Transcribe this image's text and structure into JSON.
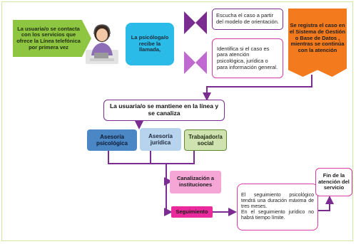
{
  "steps": {
    "first_contact": "La usuaria/o se contacta con los servicios que ofrece la Línea telefónica por primera vez",
    "psychologist": "La psicóloga/o recibe la llamada,",
    "listen": "Escucha el caso a partir del modelo de orientación.",
    "identify": "Identifica si el caso es para atención psicológica, jurídica o para información general.",
    "register": "Se registra el caso en el Sistema de Gestión o Base de Datos , mientras se continúa con la atención",
    "stays_on_line": "La usuaria/o se mantiene en la línea y se canaliza",
    "psych_counsel": "Asesoría psicológica",
    "legal_counsel": "Asesoría jurídica",
    "social_worker": "Trabajador/a social",
    "canalization": "Canalización a instituciones",
    "followup": "Seguimiento",
    "followup_note": "El seguimiento psicológico tendrá una duración máxima de tres meses.\nEn el seguimiento jurídico no habrá tiempo límite.",
    "end": "Fin de la atención del servicio"
  },
  "icons": {
    "operator": "operator-with-headset-icon",
    "chevron": "purple-chevron-icon"
  },
  "colors": {
    "green": "#8ec641",
    "cyan": "#2bbbe8",
    "purple": "#7b2c91",
    "magenta": "#d63ba0",
    "orange": "#f47a1e",
    "blue": "#4b86c5",
    "lightblue": "#b7d3ee",
    "lightgreen": "#cfe3b0",
    "pink": "#f5a6d6",
    "hotpink": "#ea2a9c"
  }
}
